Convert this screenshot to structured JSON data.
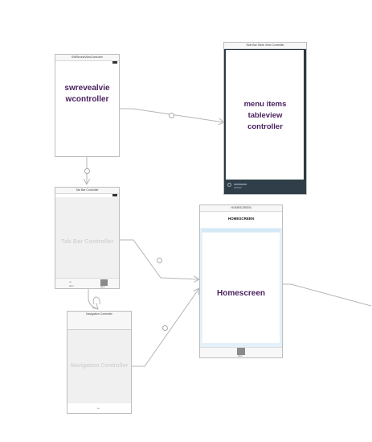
{
  "scenes": {
    "reveal": {
      "title": "SWRevealViewController",
      "label_line1": "swrevealvie",
      "label_line2": "wcontroller"
    },
    "menu": {
      "title": "Side Bar Table View Controller",
      "label_line1": "menu items",
      "label_line2": "tableview",
      "label_line3": "controller"
    },
    "tabbar": {
      "title": "Tab Bar Controller",
      "label": "Tab Bar Controller",
      "tab_left": "•••",
      "tab_left_caption": "Item",
      "tab_right_caption": "Item"
    },
    "navigation": {
      "title": "Navigation Controller",
      "label": "Navigation Controller",
      "bottom_dots": "•••"
    },
    "home": {
      "title": "HOMESCREEN",
      "nav_title": "HOMESCREEN",
      "label": "Homescreen",
      "tab_caption": "Item"
    }
  },
  "colors": {
    "label_purple": "#4a1f5e",
    "placeholder_grey": "#d4d4d4",
    "scene_body_grey": "#f0f0f0",
    "table_blue": "#e4f1fa",
    "menu_dark": "#2f3e48",
    "wire_grey": "#b5b5b5"
  },
  "icons": {
    "segue": "segue-circle-icon",
    "battery": "battery-icon",
    "tab": "tab-square-icon"
  }
}
